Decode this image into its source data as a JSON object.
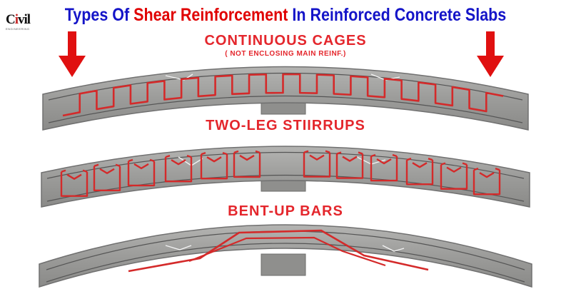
{
  "logo": {
    "text_pre": "C",
    "text_i": "i",
    "text_post": "vil",
    "tagline": "ENGINEERING"
  },
  "title": {
    "part1": "Types Of ",
    "part2": "Shear Reinforcement",
    "part3": " In Reinforced Concrete Slabs"
  },
  "sections": [
    {
      "label": "CONTINUOUS CAGES",
      "note": "( NOT ENCLOSING MAIN REINF.)"
    },
    {
      "label": "TWO-LEG STIIRRUPS"
    },
    {
      "label": "BENT-UP BARS"
    }
  ],
  "colors": {
    "title_blue": "#1414c8",
    "title_red": "#e00000",
    "label_red": "#e4262c",
    "rebar_red": "#d42a2a",
    "concrete": "#9a9a98",
    "arrow_red": "#e01010"
  }
}
